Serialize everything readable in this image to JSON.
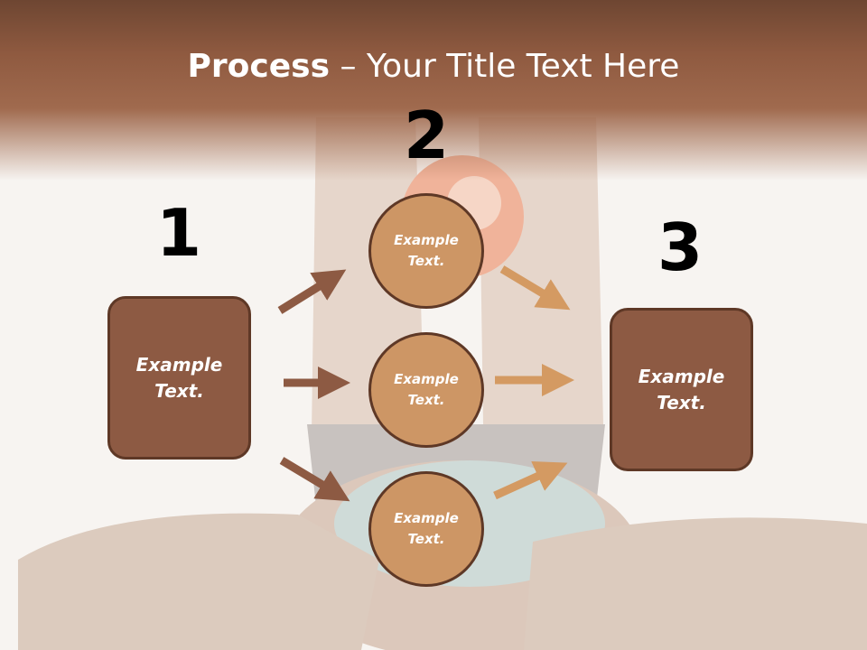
{
  "slide": {
    "title_bold": "Process",
    "title_rest": " – Your Title Text Here",
    "numbers": [
      "1",
      "2",
      "3"
    ],
    "left_box": "Example\nText.",
    "right_box": "Example\nText.",
    "circles": [
      "Example\nText.",
      "Example\nText.",
      "Example\nText."
    ]
  },
  "colors": {
    "header": "#8f5a40",
    "box_fill": "#8d5a43",
    "box_border": "#5e3826",
    "circle_fill": "#cd9665",
    "arrow_dark": "#8d5a43",
    "arrow_light": "#d49a62"
  }
}
